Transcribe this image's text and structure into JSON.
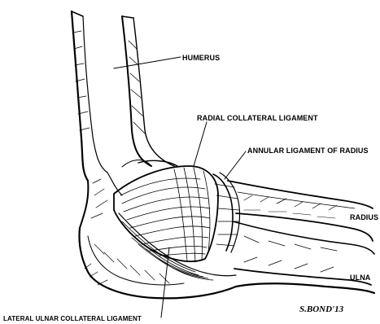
{
  "labels": {
    "humerus": "HUMERUS",
    "radial_collateral": "RADIAL COLLATERAL LIGAMENT",
    "annular": "ANNULAR LIGAMENT OF RADIUS",
    "radius": "RADIUS",
    "ulna": "ULNA",
    "lateral_ulnar_collateral": "LATERAL ULNAR COLLATERAL LIGAMENT"
  },
  "signature": "S.BOND'13"
}
